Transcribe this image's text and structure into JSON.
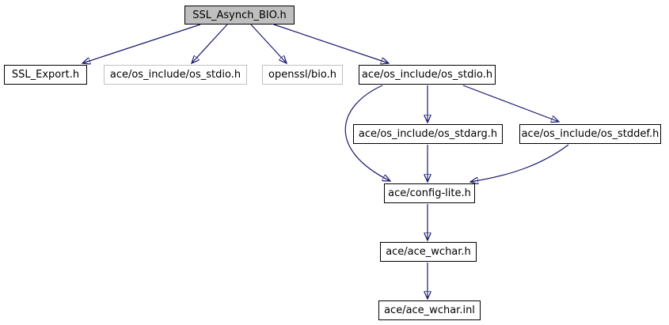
{
  "diagram": {
    "type": "include-dependency-graph",
    "background_color": "#ffffff",
    "edge_color": "#191970",
    "root_fill_color": "#bfbfbf",
    "plain_border_color": "#c0c0c0",
    "linked_border_color": "#000000",
    "nodes": [
      {
        "id": "root",
        "label": "SSL_Asynch_BIO.h",
        "style": "root"
      },
      {
        "id": "ssl-export",
        "label": "SSL_Export.h",
        "style": "linked"
      },
      {
        "id": "os-stdio-ext",
        "label": "ace/os_include/os_stdio.h",
        "style": "plain"
      },
      {
        "id": "openssl-bio",
        "label": "openssl/bio.h",
        "style": "plain"
      },
      {
        "id": "os-stdio",
        "label": "ace/os_include/os_stdio.h",
        "style": "linked"
      },
      {
        "id": "os-stdarg",
        "label": "ace/os_include/os_stdarg.h",
        "style": "linked"
      },
      {
        "id": "os-stddef",
        "label": "ace/os_include/os_stddef.h",
        "style": "linked"
      },
      {
        "id": "config-lite",
        "label": "ace/config-lite.h",
        "style": "linked"
      },
      {
        "id": "ace-wchar-h",
        "label": "ace/ace_wchar.h",
        "style": "linked"
      },
      {
        "id": "ace-wchar-inl",
        "label": "ace/ace_wchar.inl",
        "style": "linked"
      }
    ],
    "edges": [
      {
        "from": "root",
        "to": "ssl-export"
      },
      {
        "from": "root",
        "to": "os-stdio-ext"
      },
      {
        "from": "root",
        "to": "openssl-bio"
      },
      {
        "from": "root",
        "to": "os-stdio"
      },
      {
        "from": "os-stdio",
        "to": "os-stdarg"
      },
      {
        "from": "os-stdio",
        "to": "os-stddef"
      },
      {
        "from": "os-stdio",
        "to": "config-lite"
      },
      {
        "from": "os-stdarg",
        "to": "config-lite"
      },
      {
        "from": "os-stddef",
        "to": "config-lite"
      },
      {
        "from": "config-lite",
        "to": "ace-wchar-h"
      },
      {
        "from": "ace-wchar-h",
        "to": "ace-wchar-inl"
      }
    ]
  }
}
